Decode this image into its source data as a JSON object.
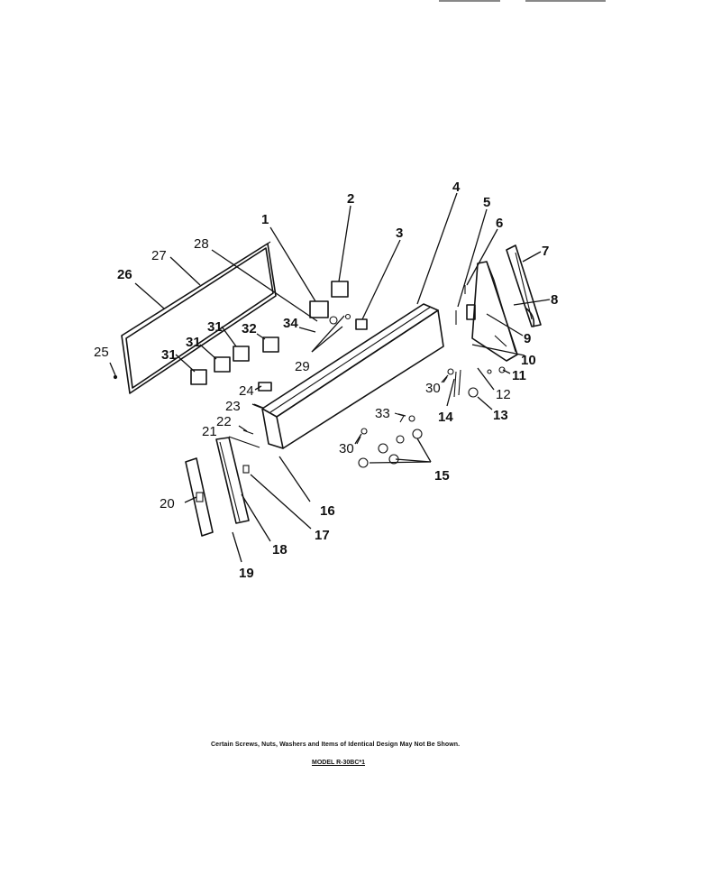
{
  "callouts": {
    "c1": "1",
    "c2": "2",
    "c3": "3",
    "c4": "4",
    "c5": "5",
    "c6": "6",
    "c7": "7",
    "c8": "8",
    "c9": "9",
    "c10": "10",
    "c11": "11",
    "c12": "12",
    "c13": "13",
    "c14": "14",
    "c15": "15",
    "c16": "16",
    "c17": "17",
    "c18": "18",
    "c19": "19",
    "c20": "20",
    "c21": "21",
    "c22": "22",
    "c23": "23",
    "c24": "24",
    "c25": "25",
    "c26": "26",
    "c27": "27",
    "c28": "28",
    "c29": "29",
    "c30a": "30",
    "c30b": "30",
    "c31a": "31",
    "c31b": "31",
    "c31c": "31",
    "c32": "32",
    "c33": "33",
    "c34": "34"
  },
  "footer": {
    "note": "Certain Screws, Nuts, Washers and Items of Identical Design May Not Be Shown.",
    "model": "MODEL R-30BC*1"
  }
}
